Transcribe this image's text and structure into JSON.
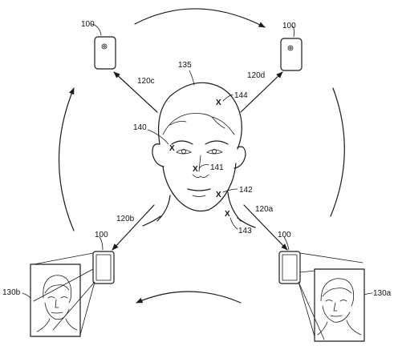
{
  "labels": {
    "device_top_left": "100",
    "device_top_right": "100",
    "device_bottom_left": "100",
    "device_bottom_right": "100",
    "head": "135",
    "view_top_left": "120c",
    "view_top_right": "120d",
    "view_bottom_left": "120b",
    "view_bottom_right": "120a",
    "point_forehead": "144",
    "point_eye": "140",
    "point_nose": "141",
    "point_jaw": "142",
    "point_neck": "143",
    "image_left": "130b",
    "image_right": "130a"
  },
  "marker": "X"
}
